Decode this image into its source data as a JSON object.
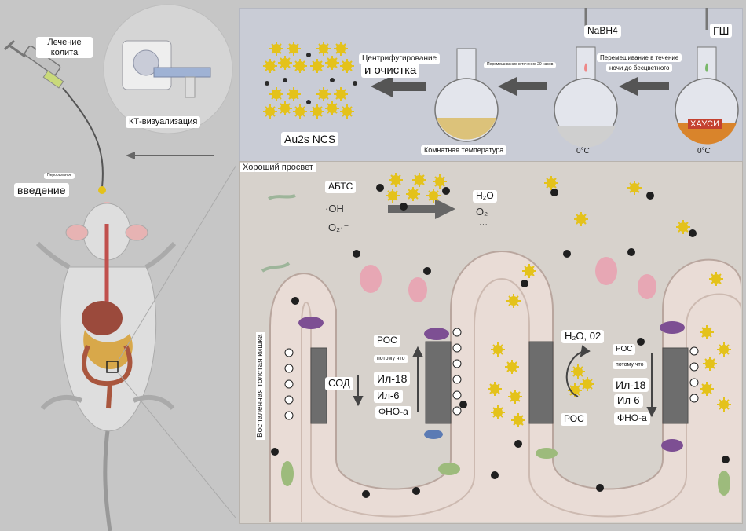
{
  "left": {
    "treatment_label": "Лечение колита",
    "ct_label": "КТ-визуализация",
    "admin_small": "Пероральное",
    "admin_label": "введение"
  },
  "synthesis": {
    "au_label": "Au2s NCS",
    "centrifuge_line1": "Центрифугирование",
    "centrifuge_line2": "и очистка",
    "stir20": "Перемешивание в течение 20 часов",
    "nabh4": "NaBH4",
    "stir_night_line1": "Перемешивание в течение",
    "stir_night_line2": "ночи до бесцветного",
    "gsh": "ГШ",
    "haucl": "ХАУСИ",
    "room_temp": "Комнатная температура",
    "zero_c_1": "0°C",
    "zero_c_2": "0°C"
  },
  "mechanism": {
    "good_lumen": "Хороший просвет",
    "abts": "АБТС",
    "oh": "·OH",
    "o2": "O₂·⁻",
    "h2o_out": "H₂O",
    "o2_out": "O₂",
    "dots": "···",
    "inflamed": "Воспаленная толстая кишка",
    "sod": "СОД",
    "ros1": "РОС",
    "because1": "потому что",
    "il18_1": "Ил-18",
    "il6_1": "Ил-6",
    "tnf1": "ФНО-а",
    "h2o_o2": "H₂O, 02",
    "ros_mid": "РОС",
    "ros2": "РОС",
    "because2": "потому что",
    "il18_2": "Ил-18",
    "il6_2": "Ил-6",
    "tnf2": "ФНО-а"
  },
  "colors": {
    "background": "#c6c6c6",
    "panel_top": "#c9ccd6",
    "panel_bottom": "#d7d2cc",
    "nanoparticle": "#e4c21b",
    "epithelium": "#e9dcd6",
    "goblet": "#7d4f93",
    "crypt_dark": "#6d6d6d",
    "gut": "#a9563e"
  }
}
